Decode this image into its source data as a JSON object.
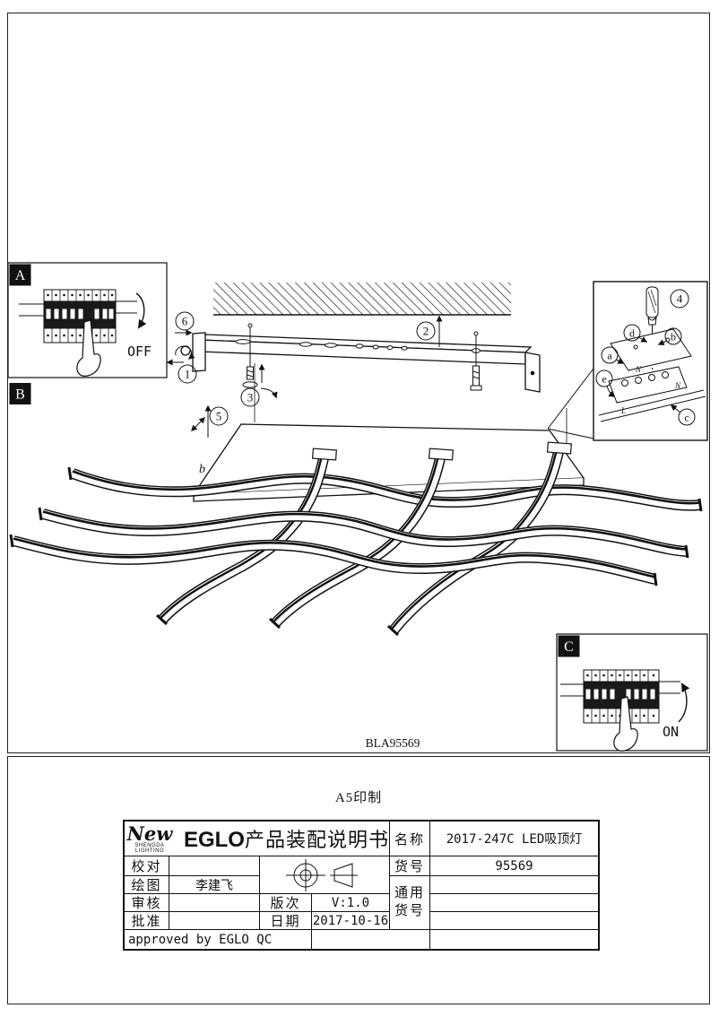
{
  "panels": {
    "a": "A",
    "b": "B",
    "c": "C",
    "off": "OFF",
    "on": "ON"
  },
  "steps": {
    "s1": "1",
    "s2": "2",
    "s3": "3",
    "s4": "4",
    "s5": "5",
    "s6": "6"
  },
  "detail_parts": {
    "a": "a",
    "b": "b",
    "c": "c",
    "d": "d",
    "e": "e"
  },
  "terminal_marks": {
    "m1": "N",
    "m2": "N",
    "m3": "L"
  },
  "canopy_edge_label": "b",
  "drawing_code": "BLA95569",
  "print_note": "A5印制",
  "titleblock": {
    "logo_script": "New",
    "logo_line1": "SHENGDA",
    "logo_line2": "LIGHTING",
    "doc_title_latin": "EGLO",
    "doc_title_cjk": "产品装配说明书",
    "name_label": "名称",
    "name_value": "2017-247C LED吸顶灯",
    "item_label": "货号",
    "item_value": "95569",
    "common_label_1": "通用",
    "common_label_2": "货号",
    "check_label": "校对",
    "check_value": "",
    "draw_label": "绘图",
    "draw_value": "李建飞",
    "review_label": "审核",
    "review_value": "",
    "approve_label": "批准",
    "approve_value": "",
    "version_label": "版次",
    "version_value": "V:1.0",
    "date_label": "日期",
    "date_value": "2017-10-16",
    "approved_note": "approved by EGLO QC"
  }
}
